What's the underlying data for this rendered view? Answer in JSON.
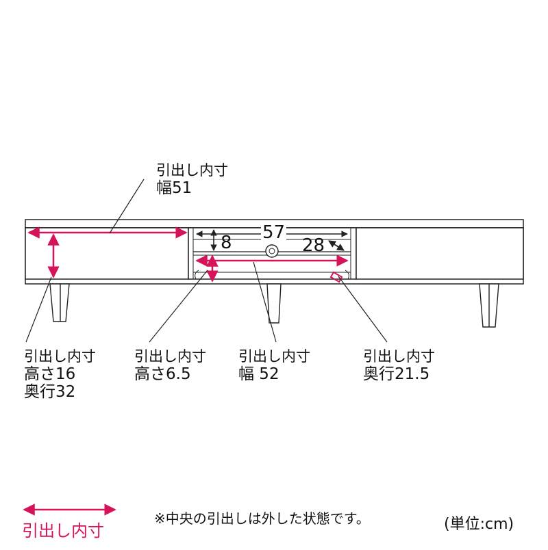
{
  "colors": {
    "accent": "#d6125a",
    "line": "#222222",
    "background": "#ffffff"
  },
  "callouts": {
    "top": {
      "title": "引出し内寸",
      "value": "幅51"
    },
    "left": {
      "title": "引出し内寸",
      "height": "高さ16",
      "depth": "奥行32"
    },
    "center_left": {
      "title": "引出し内寸",
      "height": "高さ6.5"
    },
    "center": {
      "title": "引出し内寸",
      "width": "幅 52"
    },
    "right": {
      "title": "引出し内寸",
      "depth": "奥行21.5"
    }
  },
  "compartment": {
    "width": "57",
    "height": "8",
    "depth": "28"
  },
  "legend": {
    "label": "引出し内寸"
  },
  "note": "※中央の引出しは外した状態です。",
  "unit": "(単位:cm)"
}
